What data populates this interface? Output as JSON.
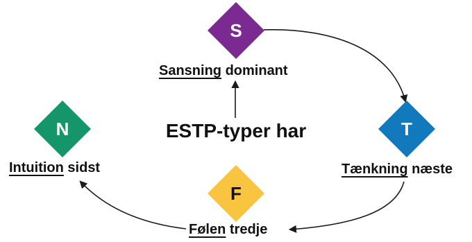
{
  "center_title": "ESTP-typer har",
  "nodes": {
    "s": {
      "letter": "S",
      "color": "#7b2a91",
      "letter_color": "#ffffff",
      "label_underlined": "Sansning",
      "label_rest": " dominant"
    },
    "t": {
      "letter": "T",
      "color": "#1279bd",
      "letter_color": "#ffffff",
      "label_underlined": "Tænkning",
      "label_rest": " næste"
    },
    "f": {
      "letter": "F",
      "color": "#f9c440",
      "letter_color": "#111111",
      "label_underlined": "Følen",
      "label_rest": " tredje"
    },
    "n": {
      "letter": "N",
      "color": "#15966a",
      "letter_color": "#ffffff",
      "label_underlined": "Intuition",
      "label_rest": " sidst"
    }
  },
  "arrow_color": "#1a1a1a"
}
